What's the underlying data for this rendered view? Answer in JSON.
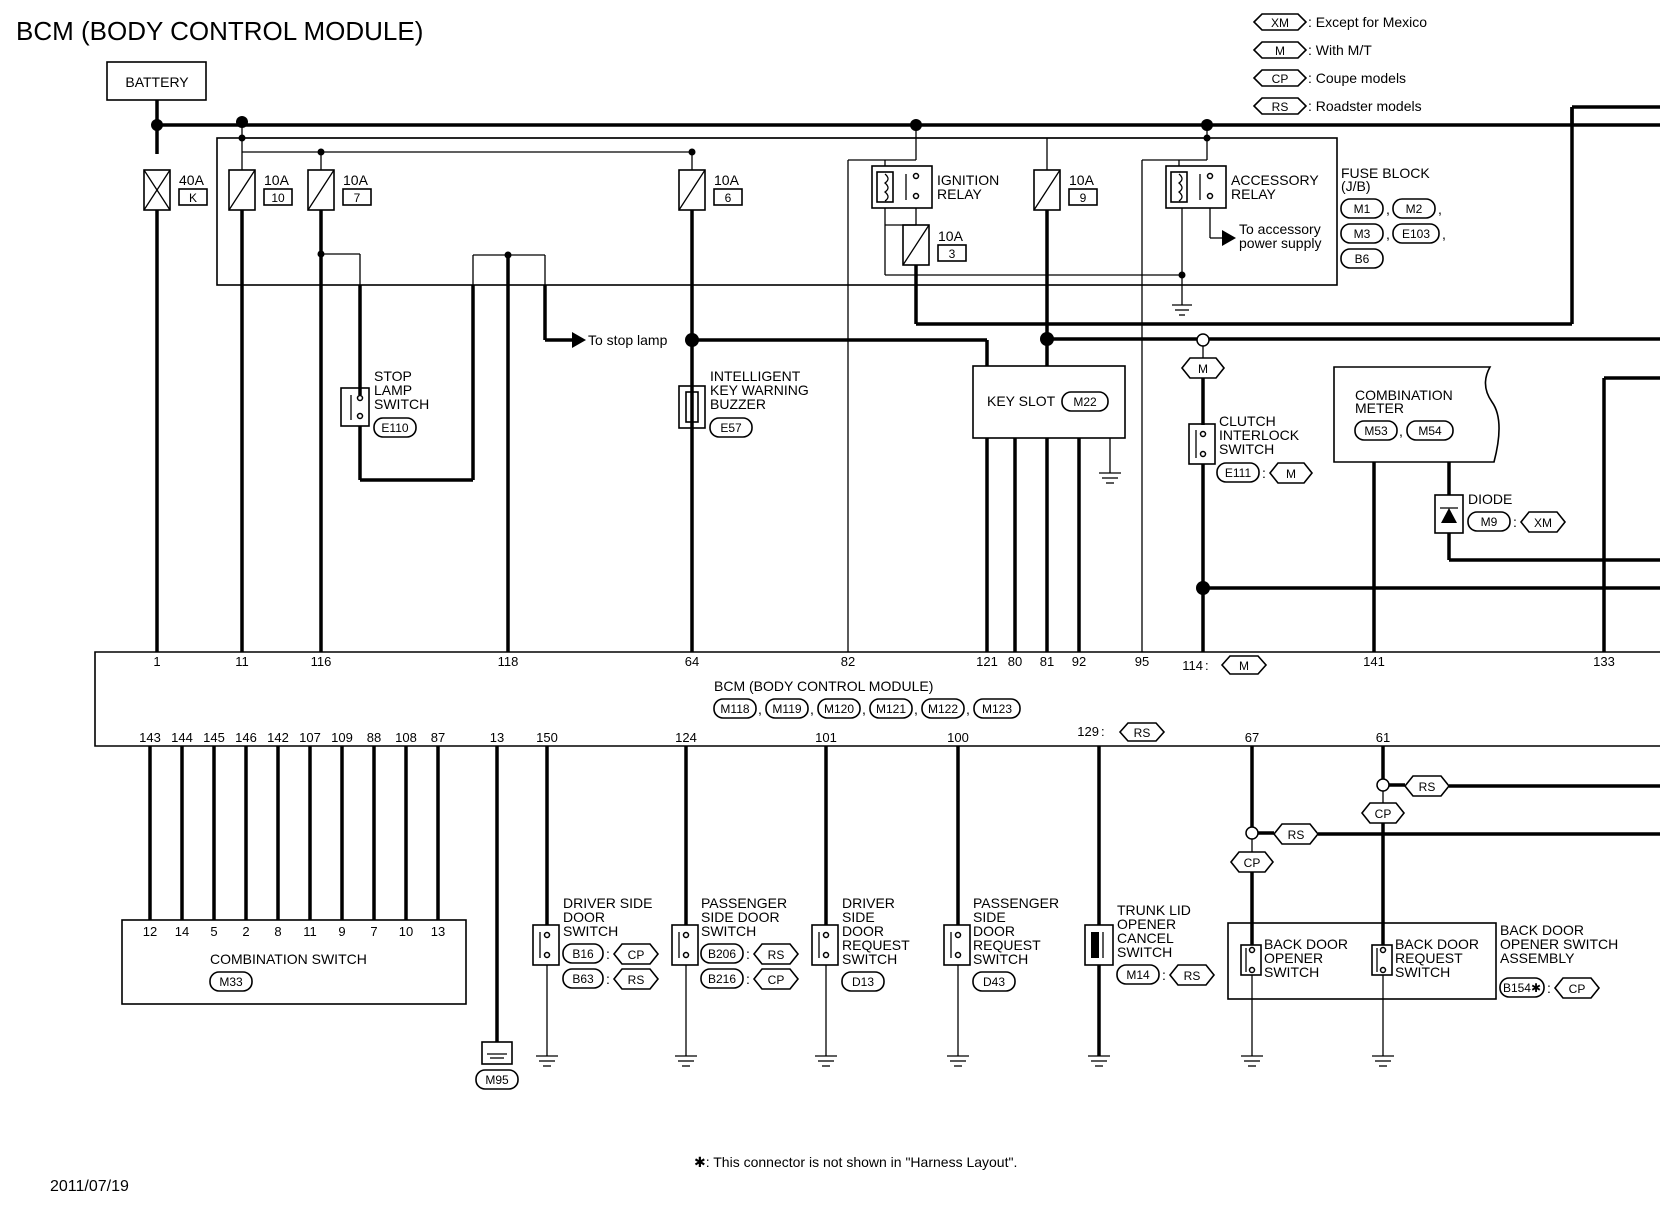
{
  "title": "BCM (BODY CONTROL MODULE)",
  "date": "2011/07/19",
  "footnote": "✱: This connector is not shown in \"Harness Layout\".",
  "legend": [
    {
      "code": "XM",
      "text": ": Except for Mexico"
    },
    {
      "code": "M",
      "text": ": With M/T"
    },
    {
      "code": "CP",
      "text": ": Coupe models"
    },
    {
      "code": "RS",
      "text": ": Roadster models"
    }
  ],
  "battery": "BATTERY",
  "fuses": [
    {
      "amp": "40A",
      "num": "K"
    },
    {
      "amp": "10A",
      "num": "10"
    },
    {
      "amp": "10A",
      "num": "7"
    },
    {
      "amp": "10A",
      "num": "6"
    },
    {
      "amp": "10A",
      "num": "3"
    },
    {
      "amp": "10A",
      "num": "9"
    }
  ],
  "ignition_relay": [
    "IGNITION",
    "RELAY"
  ],
  "accessory_relay": [
    "ACCESSORY",
    "RELAY"
  ],
  "accessory_supply": [
    "To accessory",
    "power supply"
  ],
  "fuse_block": {
    "name": [
      "FUSE BLOCK",
      "(J/B)"
    ],
    "connectors": [
      "M1",
      "M2",
      "M3",
      "E103",
      "B6"
    ]
  },
  "stop_lamp_switch": {
    "name": [
      "STOP",
      "LAMP",
      "SWITCH"
    ],
    "conn": "E110"
  },
  "to_stop_lamp": "To stop lamp",
  "buzzer": {
    "name": [
      "INTELLIGENT",
      "KEY WARNING",
      "BUZZER"
    ],
    "conn": "E57"
  },
  "key_slot": {
    "name": "KEY SLOT",
    "conn": "M22"
  },
  "clutch_switch": {
    "name": [
      "CLUTCH",
      "INTERLOCK",
      "SWITCH"
    ],
    "conn": "E111",
    "cond": "M"
  },
  "combination_meter": {
    "name": [
      "COMBINATION",
      "METER"
    ],
    "conns": [
      "M53",
      "M54"
    ]
  },
  "diode": {
    "name": "DIODE",
    "conn": "M9",
    "cond": "XM"
  },
  "bcm": {
    "name": "BCM (BODY CONTROL MODULE)",
    "connectors": [
      "M118",
      "M119",
      "M120",
      "M121",
      "M122",
      "M123"
    ],
    "top_pins": [
      "1",
      "11",
      "116",
      "118",
      "64",
      "82",
      "121",
      "80",
      "81",
      "92",
      "95",
      "114",
      "141",
      "133"
    ],
    "bottom_pins": [
      "143",
      "144",
      "145",
      "146",
      "142",
      "107",
      "109",
      "88",
      "108",
      "87",
      "13",
      "150",
      "124",
      "101",
      "100",
      "129",
      "67",
      "61"
    ],
    "pin114_cond": "M",
    "pin129_cond": "RS"
  },
  "combination_switch": {
    "name": "COMBINATION SWITCH",
    "conn": "M33",
    "pins": [
      "12",
      "14",
      "5",
      "2",
      "8",
      "11",
      "9",
      "7",
      "10",
      "13"
    ]
  },
  "ground_conn": "M95",
  "driver_door_switch": {
    "name": [
      "DRIVER SIDE",
      "DOOR",
      "SWITCH"
    ],
    "conns": [
      {
        "c": "B16",
        "v": "CP"
      },
      {
        "c": "B63",
        "v": "RS"
      }
    ]
  },
  "passenger_door_switch": {
    "name": [
      "PASSENGER",
      "SIDE DOOR",
      "SWITCH"
    ],
    "conns": [
      {
        "c": "B206",
        "v": "RS"
      },
      {
        "c": "B216",
        "v": "CP"
      }
    ]
  },
  "driver_request_switch": {
    "name": [
      "DRIVER",
      "SIDE",
      "DOOR",
      "REQUEST",
      "SWITCH"
    ],
    "conn": "D13"
  },
  "passenger_request_switch": {
    "name": [
      "PASSENGER",
      "SIDE",
      "DOOR",
      "REQUEST",
      "SWITCH"
    ],
    "conn": "D43"
  },
  "trunk_cancel_switch": {
    "name": [
      "TRUNK LID",
      "OPENER",
      "CANCEL",
      "SWITCH"
    ],
    "conn": "M14",
    "cond": "RS"
  },
  "back_door_opener_switch": [
    "BACK DOOR",
    "OPENER",
    "SWITCH"
  ],
  "back_door_request_switch": [
    "BACK DOOR",
    "REQUEST",
    "SWITCH"
  ],
  "back_door_assembly": {
    "name": [
      "BACK DOOR",
      "OPENER SWITCH",
      "ASSEMBLY"
    ],
    "conn": "B154✱",
    "cond": "CP"
  },
  "branch_tags": {
    "rs": "RS",
    "cp": "CP",
    "m": "M"
  }
}
